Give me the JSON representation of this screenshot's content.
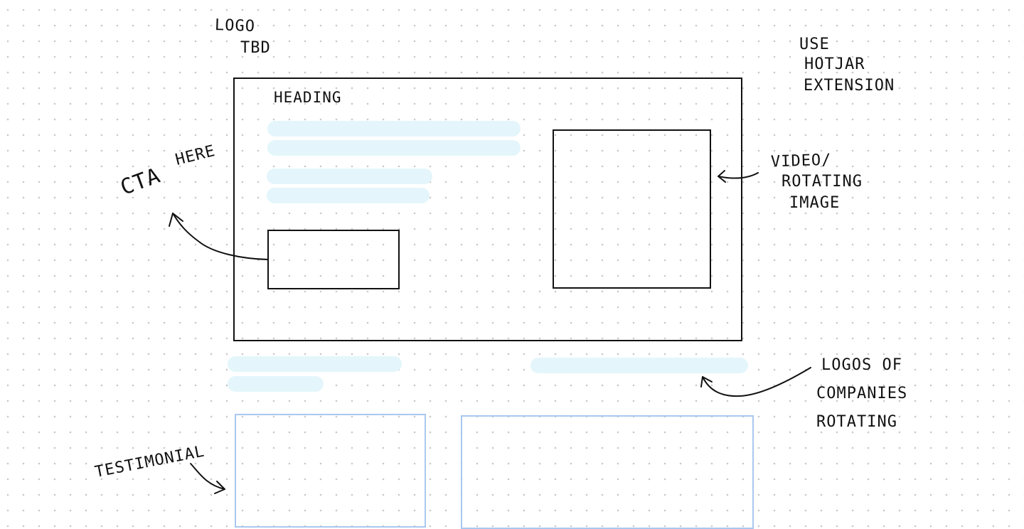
{
  "notes": {
    "logo_line1": "LOGO",
    "logo_line2": "TBD",
    "hotjar_line1": "USE",
    "hotjar_line2": "HOTJAR",
    "hotjar_line3": "EXTENSION",
    "heading": "HEADING",
    "cta_part1": "CTA",
    "cta_part2": "HERE",
    "video_line1": "VIDEO/",
    "video_line2": "ROTATING",
    "video_line3": "IMAGE",
    "logos_line1": "LOGOS OF",
    "logos_line2": "COMPANIES",
    "logos_line3": "ROTATING",
    "testimonial": "TESTIMONIAL"
  },
  "colors": {
    "ink": "#111111",
    "placeholder_text": "#e4f6fb",
    "testimonial_border": "#a9c8ee",
    "grid_dot": "#c9c9c9"
  }
}
